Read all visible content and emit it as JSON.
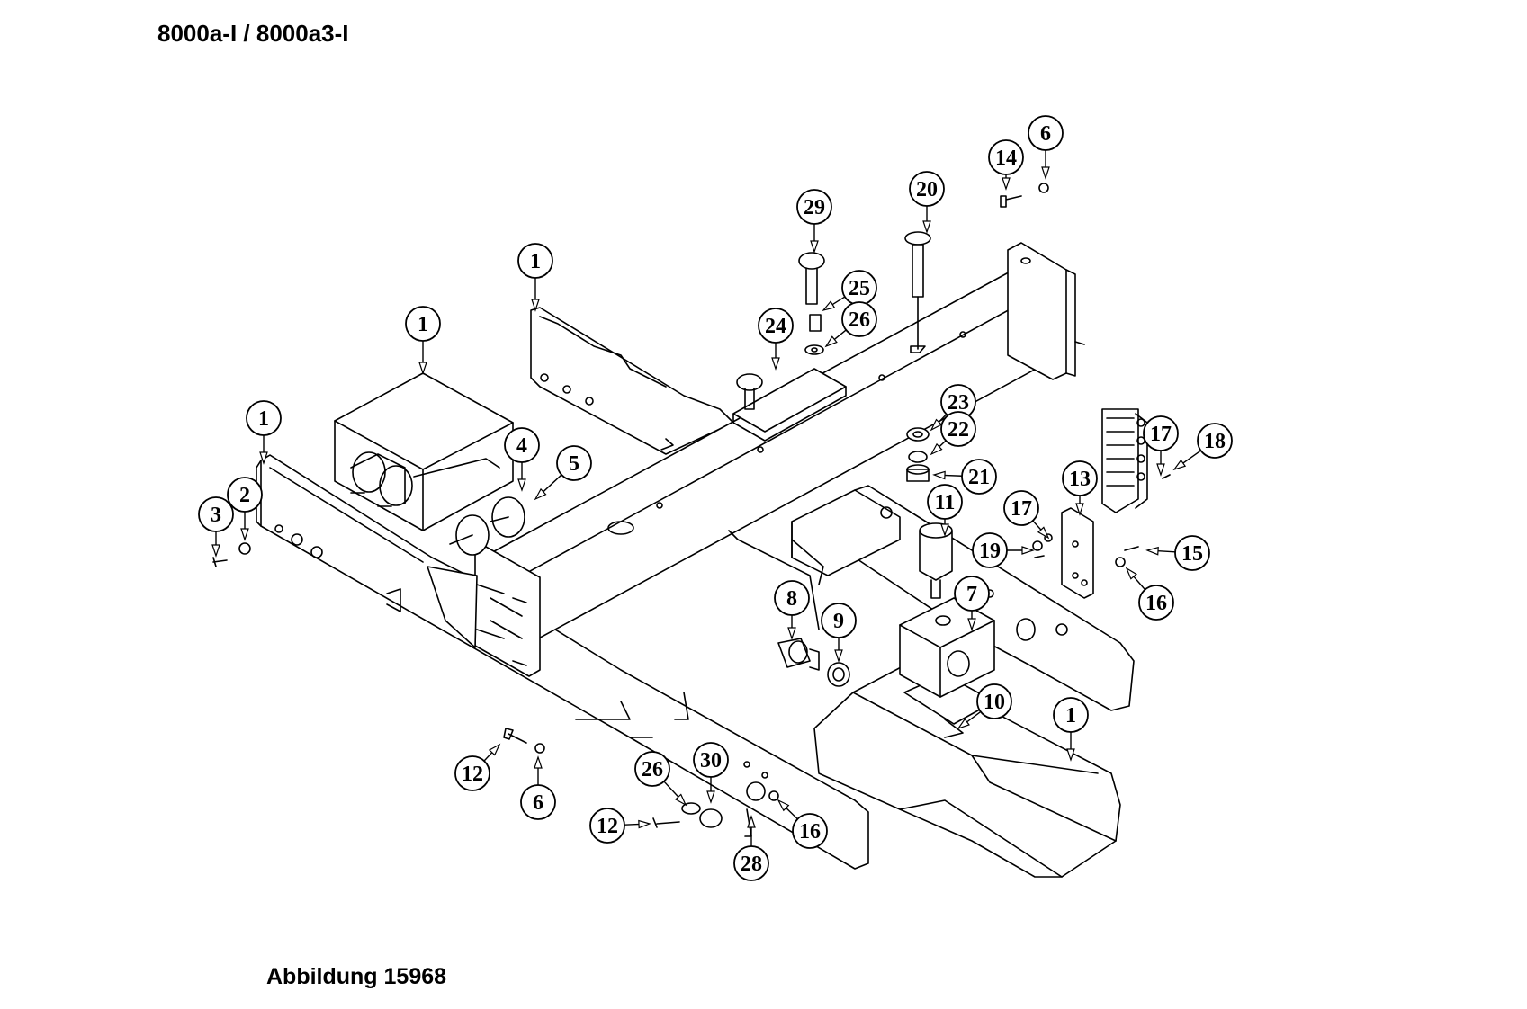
{
  "header": {
    "title": "8000a-I / 8000a3-I"
  },
  "footer": {
    "caption": "Abbildung 15968"
  },
  "callouts": [
    {
      "label": "1"
    },
    {
      "label": "1"
    },
    {
      "label": "1"
    },
    {
      "label": "2"
    },
    {
      "label": "3"
    },
    {
      "label": "4"
    },
    {
      "label": "5"
    },
    {
      "label": "29"
    },
    {
      "label": "25"
    },
    {
      "label": "26"
    },
    {
      "label": "24"
    },
    {
      "label": "20"
    },
    {
      "label": "14"
    },
    {
      "label": "6"
    },
    {
      "label": "23"
    },
    {
      "label": "22"
    },
    {
      "label": "21"
    },
    {
      "label": "11"
    },
    {
      "label": "17"
    },
    {
      "label": "18"
    },
    {
      "label": "13"
    },
    {
      "label": "17"
    },
    {
      "label": "19"
    },
    {
      "label": "15"
    },
    {
      "label": "16"
    },
    {
      "label": "7"
    },
    {
      "label": "8"
    },
    {
      "label": "9"
    },
    {
      "label": "10"
    },
    {
      "label": "1"
    },
    {
      "label": "12"
    },
    {
      "label": "6"
    },
    {
      "label": "26"
    },
    {
      "label": "30"
    },
    {
      "label": "12"
    },
    {
      "label": "16"
    },
    {
      "label": "28"
    }
  ]
}
